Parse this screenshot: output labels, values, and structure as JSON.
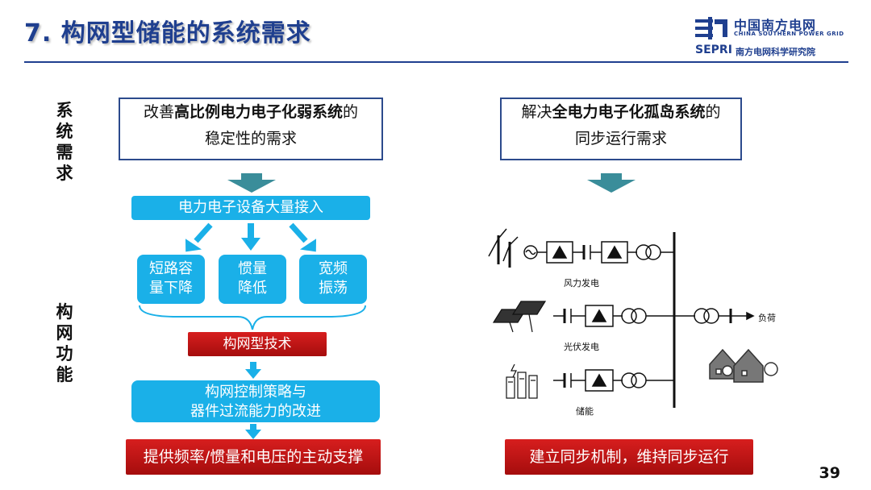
{
  "header": {
    "title": "7. 构网型储能的系统需求",
    "logo_cn": "中国南方电网",
    "logo_en": "CHINA SOUTHERN POWER GRID",
    "logo_sepri": "SEPRI",
    "logo_sepri_cn": "南方电网科学研究院"
  },
  "side_labels": {
    "need": [
      "系",
      "统",
      "需",
      "求"
    ],
    "func": [
      "构",
      "网",
      "功",
      "能"
    ]
  },
  "left": {
    "need_pre": "改善",
    "need_bold": "高比例电力电子化弱系统",
    "need_post": "的",
    "need_line2": "稳定性的需求",
    "access": "电力电子设备大量接入",
    "issue1_l1": "短路容",
    "issue1_l2": "量下降",
    "issue2_l1": "惯量",
    "issue2_l2": "降低",
    "issue3_l1": "宽频",
    "issue3_l2": "振荡",
    "tech": "构网型技术",
    "strategy_l1": "构网控制策略与",
    "strategy_l2": "器件过流能力的改进",
    "result": "提供频率/惯量和电压的主动支撑"
  },
  "right": {
    "need_pre": "解决",
    "need_bold": "全电力电子化孤岛系统",
    "need_post": "的",
    "need_line2": "同步运行需求",
    "wind": "风力发电",
    "pv": "光伏发电",
    "storage": "储能",
    "load": "负荷",
    "result": "建立同步机制，维持同步运行"
  },
  "page_number": "39",
  "colors": {
    "navy": "#1f3f8f",
    "teal": "#3a8d9a",
    "blue": "#1ab0e8",
    "red": "#c41515"
  }
}
